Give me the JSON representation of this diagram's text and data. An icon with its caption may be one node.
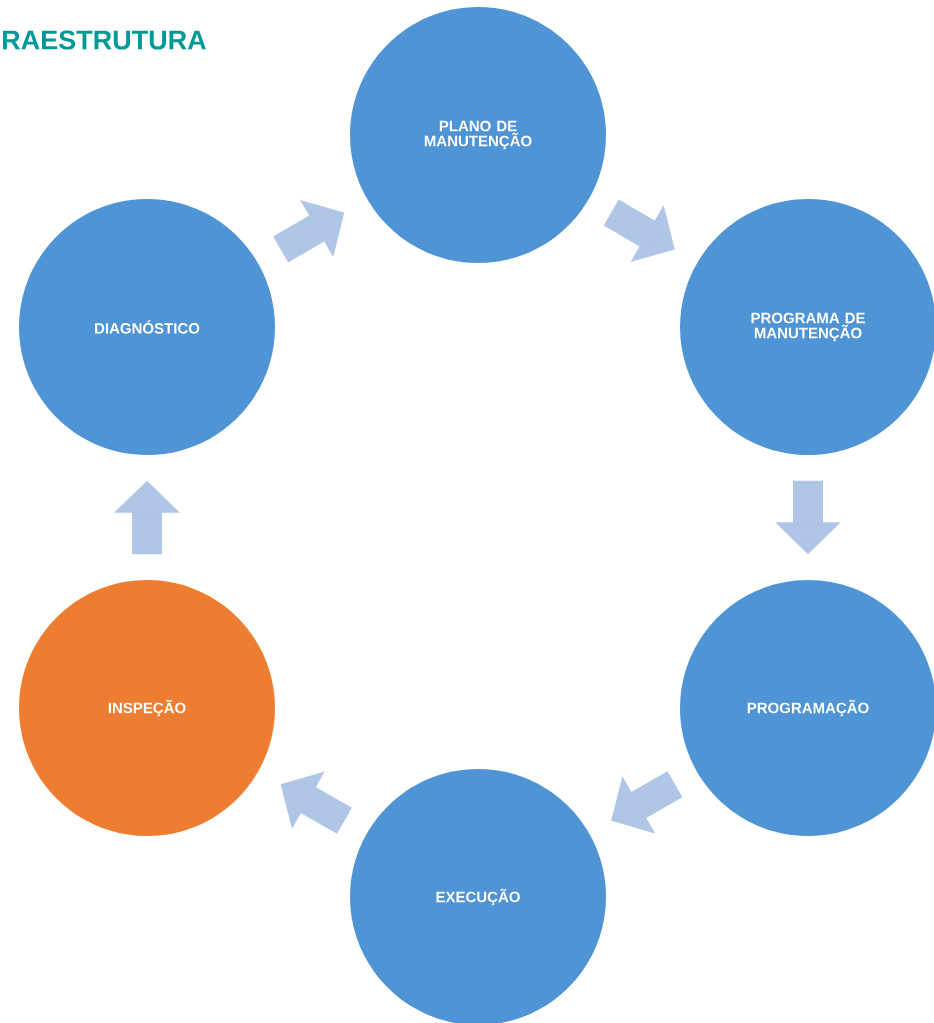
{
  "diagram": {
    "title": "RAESTRUTURA",
    "nodes": [
      {
        "text": [
          "PLANO DE MANUTENÇÃO"
        ]
      },
      {
        "text": [
          "PROGRAMA DE MANUTENÇÃO"
        ]
      },
      {
        "text": [
          "PROGRAMAÇÃO"
        ]
      },
      {
        "text": [
          "EXECUÇÃO"
        ]
      },
      {
        "text": [
          "INSPEÇÃO"
        ]
      },
      {
        "text": [
          "DIAGNÓSTICO"
        ]
      }
    ],
    "edges": [
      {
        "from": 0,
        "to": 1,
        "arrow": "to"
      },
      {
        "from": 1,
        "to": 2,
        "arrow": "to"
      },
      {
        "from": 2,
        "to": 3,
        "arrow": "to"
      },
      {
        "from": 3,
        "to": 4,
        "arrow": "to"
      },
      {
        "from": 4,
        "to": 5,
        "arrow": "to"
      },
      {
        "from": 5,
        "to": 0,
        "arrow": "to"
      }
    ]
  }
}
